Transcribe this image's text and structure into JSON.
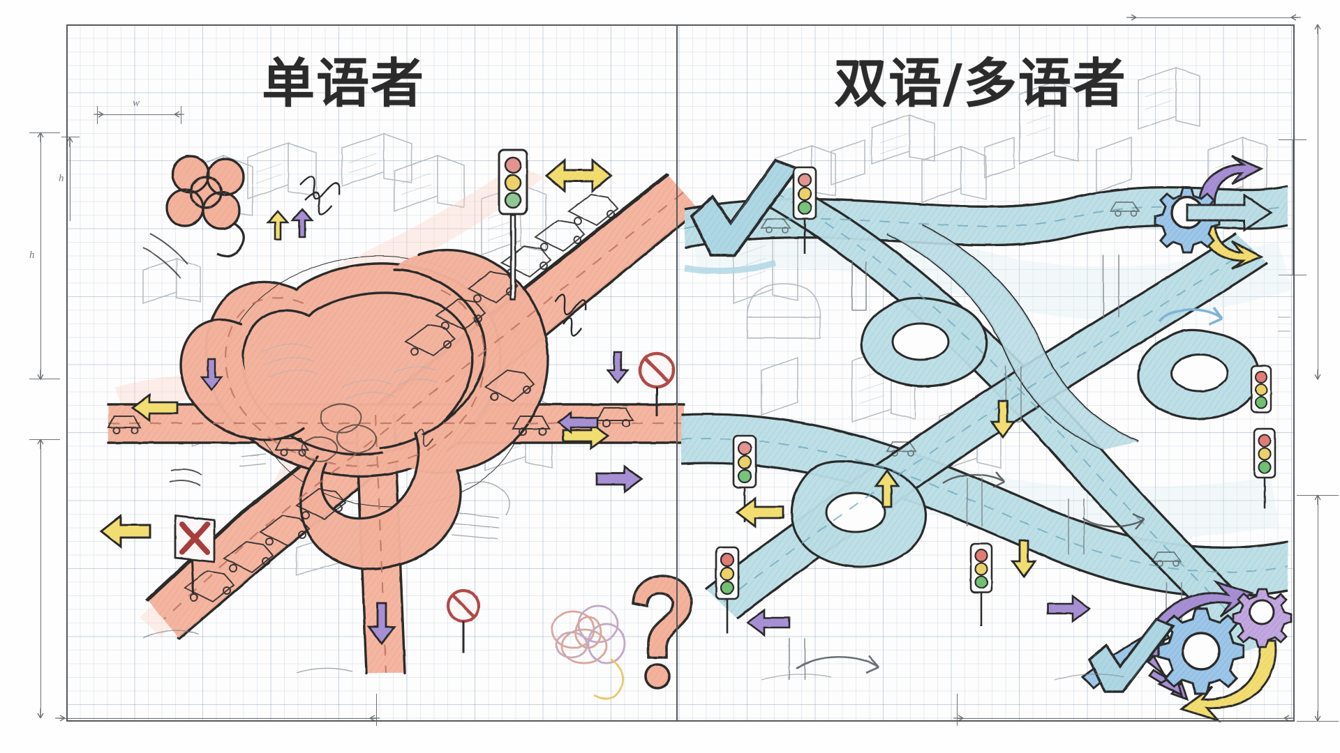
{
  "figure": {
    "kind": "hand-drawn-sketch-diagram",
    "medium": "graph-paper",
    "paper_color": "#fdfdfd",
    "grid_color": "#7d96af",
    "frame_color": "#55595c",
    "ink_color": "#2a2a2a"
  },
  "dimension_marks": {
    "width_label": "w",
    "height_label": "h",
    "right_height_label": "h",
    "line_color": "#6b7075"
  },
  "panels": [
    {
      "id": "monolingual",
      "title": "单语者",
      "side": "left",
      "accent_color": "#f3b29c",
      "accent_name": "salmon",
      "metaphor": "tangled knotted road with gridlock",
      "icons": [
        {
          "name": "tangle-knot-icon",
          "position": "top-left",
          "color": "#f3b29c"
        },
        {
          "name": "traffic-light-icon",
          "position": "top-right",
          "lamps": [
            "red",
            "yellow",
            "green"
          ],
          "active": "none"
        },
        {
          "name": "double-arrow-icon",
          "position": "top-right",
          "color": "#f2dd72",
          "direction": "bidirectional"
        },
        {
          "name": "no-entry-sign-icon",
          "position": "mid-right",
          "color": "#b24a47"
        },
        {
          "name": "red-x-sign-icon",
          "position": "bottom-left",
          "color": "#a83c3c"
        },
        {
          "name": "no-entry-sign-icon-2",
          "position": "bottom-center",
          "color": "#b24a47"
        },
        {
          "name": "scribble-tangle-icon",
          "position": "bottom-right",
          "color": "#e7b8ae"
        },
        {
          "name": "question-mark-icon",
          "position": "bottom-right",
          "color": "#f3b29c"
        },
        {
          "name": "arrow-left-yellow-icon",
          "position": "mid-left",
          "color": "#f2dd72"
        },
        {
          "name": "arrow-left-yellow-icon-2",
          "position": "bottom-left",
          "color": "#f2dd72"
        },
        {
          "name": "arrow-right-yellow-icon",
          "position": "mid-right",
          "color": "#f2dd72"
        },
        {
          "name": "arrow-right-purple-icon",
          "position": "mid-right",
          "color": "#a78fd4"
        },
        {
          "name": "arrow-down-purple-icon",
          "position": "bottom-center",
          "color": "#a78fd4"
        },
        {
          "name": "arrow-up-purple-icon",
          "position": "top-center",
          "color": "#a78fd4"
        },
        {
          "name": "arrow-up-yellow-icon",
          "position": "top-center",
          "color": "#f2dd72"
        },
        {
          "name": "stress-squiggle-icon",
          "position": "top-center",
          "color": "#2a2a2a"
        },
        {
          "name": "stress-squiggle-icon-2",
          "position": "mid-right",
          "color": "#2a2a2a"
        }
      ]
    },
    {
      "id": "bilingual",
      "title": "双语/多语者",
      "side": "right",
      "accent_color": "#bcdde5",
      "accent_name": "light-blue",
      "metaphor": "clean multi-level highway interchange with flowing traffic",
      "icons": [
        {
          "name": "checkmark-icon",
          "position": "top-left",
          "color": "#aed6e3"
        },
        {
          "name": "traffic-light-icon",
          "position": "top-left",
          "lamps": [
            "red",
            "yellow",
            "green"
          ],
          "active": "green"
        },
        {
          "name": "traffic-light-icon-2",
          "position": "mid-left",
          "lamps": [
            "red",
            "yellow",
            "green"
          ],
          "active": "green"
        },
        {
          "name": "traffic-light-icon-3",
          "position": "bottom-left",
          "lamps": [
            "red",
            "yellow",
            "green"
          ],
          "active": "green"
        },
        {
          "name": "traffic-light-icon-4",
          "position": "mid-center",
          "lamps": [
            "red",
            "yellow",
            "green"
          ],
          "active": "green"
        },
        {
          "name": "traffic-light-icon-5",
          "position": "mid-right",
          "lamps": [
            "red",
            "yellow",
            "green"
          ],
          "active": "green"
        },
        {
          "name": "traffic-light-icon-6",
          "position": "right",
          "lamps": [
            "red",
            "yellow",
            "green"
          ],
          "active": "green"
        },
        {
          "name": "gear-switch-icon",
          "position": "top-right",
          "gear_color": "#9ec6e8",
          "arrows": [
            "purple",
            "blue",
            "yellow"
          ]
        },
        {
          "name": "dual-gear-cycle-icon",
          "position": "bottom-right",
          "gear_colors": [
            "#9ec6e8",
            "#c3a8e0"
          ],
          "arrows": [
            "purple",
            "yellow",
            "blue"
          ]
        },
        {
          "name": "checkmark-icon-2",
          "position": "bottom-right",
          "color": "#aed6e3"
        },
        {
          "name": "arrow-left-yellow-icon",
          "position": "mid-left",
          "color": "#f2dd72"
        },
        {
          "name": "arrow-down-yellow-icon",
          "position": "center",
          "color": "#f2dd72"
        },
        {
          "name": "arrow-down-yellow-icon-2",
          "position": "bottom-center",
          "color": "#f2dd72"
        },
        {
          "name": "arrow-up-yellow-icon",
          "position": "center",
          "color": "#f2dd72"
        },
        {
          "name": "arrow-left-purple-icon",
          "position": "bottom-left",
          "color": "#a78fd4"
        },
        {
          "name": "arrow-right-purple-icon",
          "position": "bottom-center",
          "color": "#a78fd4"
        },
        {
          "name": "curve-arrow-blue-icon",
          "position": "mid-right",
          "color": "#7fb4d6"
        },
        {
          "name": "curve-arrow-gray-icon",
          "position": "bottom-left",
          "color": "#6b7075"
        }
      ]
    }
  ],
  "palette": {
    "salmon_road": "#f3b29c",
    "salmon_road_light": "#f8cfc0",
    "blue_road": "#bcdde5",
    "blue_road_light": "#d4eaf0",
    "yellow_arrow": "#f2dd72",
    "purple_arrow": "#a78fd4",
    "gear_blue": "#9ec6e8",
    "gear_purple": "#c3a8e0",
    "light_red": "#d9534f",
    "light_yellow": "#e8c547",
    "light_green": "#6fbf73",
    "pencil_gray": "#7c8288",
    "ink_black": "#2a2a2a"
  }
}
